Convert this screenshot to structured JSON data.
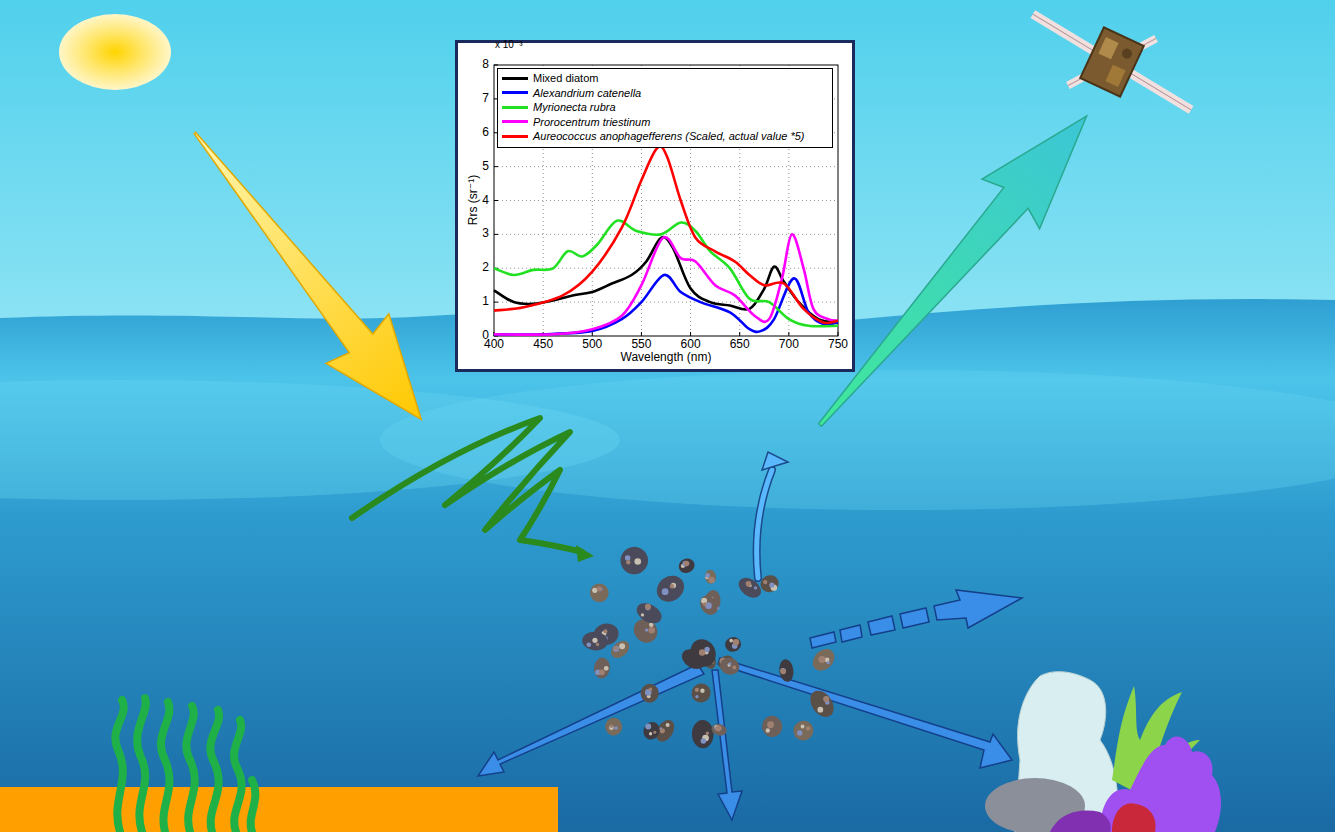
{
  "diagram": {
    "labels": [
      "x 10⁻³",
      "8",
      "7",
      "6",
      "5",
      "4",
      "3",
      "2",
      "1",
      "0",
      "Rrs (sr⁻¹)",
      "400",
      "450",
      "500",
      "550",
      "600",
      "650",
      "700",
      "750",
      "Wavelength (nm)"
    ],
    "legend": [
      {
        "text": "Mixed diatom"
      },
      {
        "text": "Alexandrium catenella"
      },
      {
        "text": "Myrionecta rubra"
      },
      {
        "text": "Prorocentrum triestinum"
      },
      {
        "text": "Aureococcus anophagefferens (Scaled, actual value *5)"
      }
    ]
  }
}
